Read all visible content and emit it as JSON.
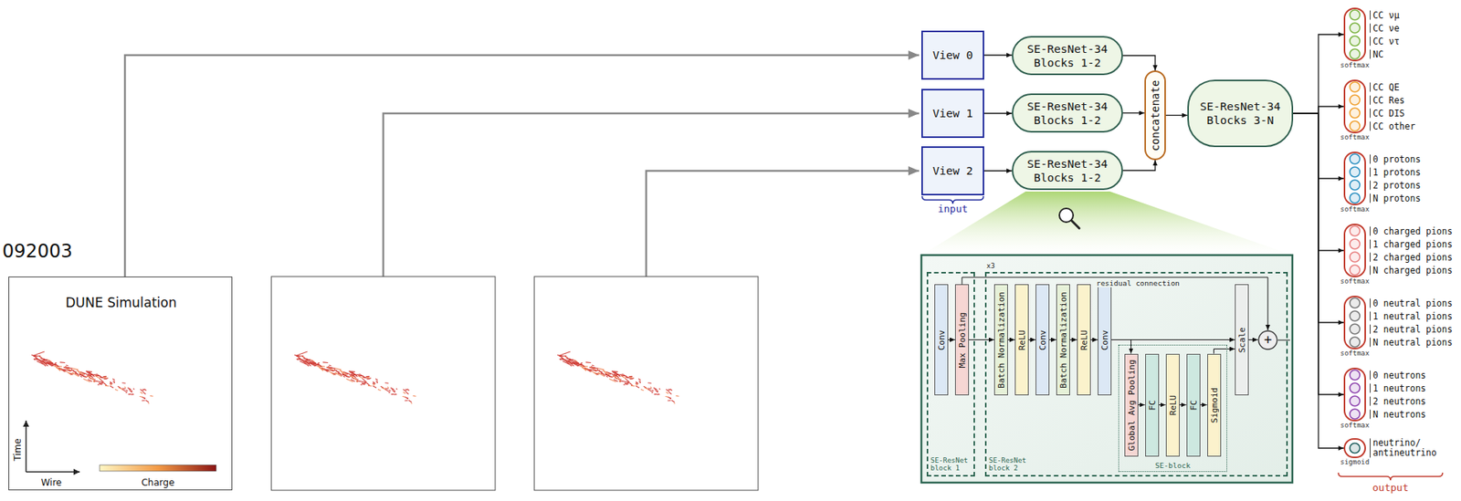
{
  "diagram": {
    "nodes": [
      {
        "text": [
          "DUNE Simulation",
          "Time",
          "Wire",
          "Charge"
        ]
      },
      {
        "text": [
          "View 0"
        ]
      },
      {
        "text": [
          "SE-ResNet-34 Blocks 1-2"
        ]
      },
      {
        "text": [
          "View 1"
        ]
      },
      {
        "text": [
          "SE-ResNet-34 Blocks 1-2"
        ]
      },
      {
        "text": [
          "View 2"
        ]
      },
      {
        "text": [
          "SE-ResNet-34 Blocks 1-2"
        ]
      },
      {
        "text": [
          "concatenate"
        ]
      },
      {
        "text": [
          "SE-ResNet-34 Blocks 3-N"
        ]
      },
      {
        "text": [
          "CC νμ",
          "CC νe",
          "CC ντ",
          "NC",
          "softmax"
        ]
      },
      {
        "text": [
          "CC QE",
          "CC Res",
          "CC DIS",
          "CC other",
          "softmax"
        ]
      },
      {
        "text": [
          "0 protons",
          "1 protons",
          "2 protons",
          "N protons",
          "softmax"
        ]
      },
      {
        "text": [
          "0 charged pions",
          "1 charged pions",
          "2 charged pions",
          "N charged pions",
          "softmax"
        ]
      },
      {
        "text": [
          "0 neutral pions",
          "1 neutral pions",
          "2 neutral pions",
          "N neutral pions",
          "softmax"
        ]
      },
      {
        "text": [
          "0 neutrons",
          "1 neutrons",
          "2 neutrons",
          "N neutrons",
          "softmax"
        ]
      },
      {
        "text": [
          "neutrino/ antineutrino",
          "sigmoid"
        ]
      },
      {
        "text": [
          "SE-ResNet block 1"
        ]
      },
      {
        "text": [
          "Conv"
        ],
        "in": 16
      },
      {
        "text": [
          "Max Pooling"
        ],
        "in": 16
      },
      {
        "text": [
          "x3",
          "SE-ResNet block 2"
        ]
      },
      {
        "text": [
          "Batch Normalization"
        ],
        "in": 19
      },
      {
        "text": [
          "ReLU"
        ],
        "in": 19
      },
      {
        "text": [
          "Conv"
        ],
        "in": 19
      },
      {
        "text": [
          "Batch Normalization"
        ],
        "in": 19
      },
      {
        "text": [
          "ReLU"
        ],
        "in": 19
      },
      {
        "text": [
          "Conv"
        ],
        "in": 19
      },
      {
        "text": [
          "SE-block"
        ],
        "in": 19
      },
      {
        "text": [
          "Global Avg Pooling"
        ],
        "in": 26
      },
      {
        "text": [
          "FC"
        ],
        "in": 26
      },
      {
        "text": [
          "ReLU"
        ],
        "in": 26
      },
      {
        "text": [
          "FC"
        ],
        "in": 26
      },
      {
        "text": [
          "Sigmoid"
        ],
        "in": 26
      },
      {
        "text": [
          "Scale"
        ],
        "in": 19
      },
      {
        "text": [
          "+"
        ],
        "in": 19
      }
    ],
    "edges": [
      {
        "from": 0,
        "to": 1,
        "arrow": "to"
      },
      {
        "from": 1,
        "to": 2,
        "arrow": "to"
      },
      {
        "from": 3,
        "to": 4,
        "arrow": "to"
      },
      {
        "from": 5,
        "to": 6,
        "arrow": "to"
      },
      {
        "from": 2,
        "to": 7,
        "arrow": "to"
      },
      {
        "from": 4,
        "to": 7,
        "arrow": "to"
      },
      {
        "from": 6,
        "to": 7,
        "arrow": "to"
      },
      {
        "from": 7,
        "to": 8,
        "arrow": "to"
      },
      {
        "from": 8,
        "to": 9,
        "arrow": "to"
      },
      {
        "from": 8,
        "to": 10,
        "arrow": "to"
      },
      {
        "from": 8,
        "to": 11,
        "arrow": "to"
      },
      {
        "from": 8,
        "to": 12,
        "arrow": "to"
      },
      {
        "from": 8,
        "to": 13,
        "arrow": "to"
      },
      {
        "from": 8,
        "to": 14,
        "arrow": "to"
      },
      {
        "from": 8,
        "to": 15,
        "arrow": "to"
      },
      {
        "from": 17,
        "to": 18,
        "arrow": "to"
      },
      {
        "from": 18,
        "to": 20,
        "arrow": "to"
      },
      {
        "from": 20,
        "to": 21,
        "arrow": "to"
      },
      {
        "from": 21,
        "to": 22,
        "arrow": "to"
      },
      {
        "from": 22,
        "to": 23,
        "arrow": "to"
      },
      {
        "from": 23,
        "to": 24,
        "arrow": "to"
      },
      {
        "from": 24,
        "to": 25,
        "arrow": "to"
      },
      {
        "from": 25,
        "to": 32,
        "arrow": "to"
      },
      {
        "from": 25,
        "to": 27,
        "arrow": "to"
      },
      {
        "from": 27,
        "to": 28,
        "arrow": "to"
      },
      {
        "from": 28,
        "to": 29,
        "arrow": "to"
      },
      {
        "from": 29,
        "to": 30,
        "arrow": "to"
      },
      {
        "from": 30,
        "to": 31,
        "arrow": "to"
      },
      {
        "from": 31,
        "to": 32,
        "arrow": "to"
      },
      {
        "from": 32,
        "to": 33,
        "arrow": "to"
      },
      {
        "from": 18,
        "to": 33,
        "label": "residual connection",
        "arrow": "to"
      }
    ],
    "labels": [
      "092003",
      "input",
      "output"
    ]
  }
}
